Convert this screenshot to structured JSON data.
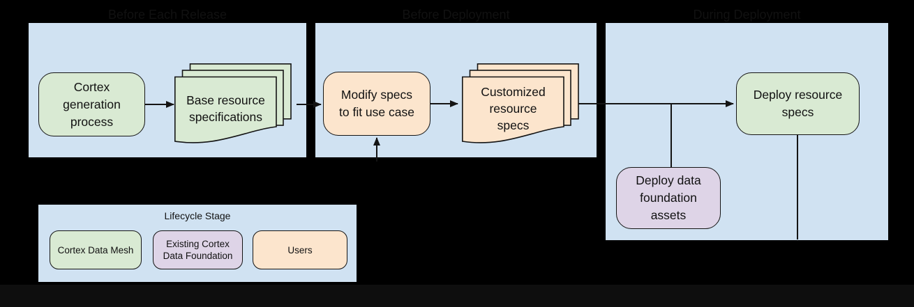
{
  "diagram": {
    "colors": {
      "canvas_bg": "#000000",
      "footer_bar": "#0e0e0e",
      "panel_bg": "#d0e2f2",
      "green": "#d9ead3",
      "peach": "#fce5cd",
      "purple": "#ded4e7",
      "stroke": "#141414",
      "text": "#111111"
    },
    "panels": {
      "before_each_release": {
        "title": "Before Each Release"
      },
      "before_deployment": {
        "title": "Before Deployment"
      },
      "during_deployment": {
        "title": "During Deployment"
      }
    },
    "nodes": {
      "cortex_generation": {
        "label": "Cortex\ngeneration\nprocess",
        "shape": "rounded-process",
        "category": "Cortex Data Mesh"
      },
      "base_resource_specs": {
        "label": "Base resource\nspecifications",
        "shape": "document-stack",
        "category": "Cortex Data Mesh"
      },
      "modify_specs": {
        "label": "Modify specs\nto fit use case",
        "shape": "rounded-process",
        "category": "Users"
      },
      "customized_specs": {
        "label": "Customized\nresource\nspecs",
        "shape": "document-stack",
        "category": "Users"
      },
      "deploy_resource_specs": {
        "label": "Deploy resource\nspecs",
        "shape": "rounded-process",
        "category": "Cortex Data Mesh"
      },
      "deploy_data_foundation": {
        "label": "Deploy data\nfoundation\nassets",
        "shape": "rounded-process",
        "category": "Existing Cortex Data Foundation"
      }
    },
    "edges": [
      {
        "from": "cortex_generation",
        "to": "base_resource_specs",
        "arrow": true
      },
      {
        "from": "base_resource_specs",
        "to": "modify_specs",
        "arrow": true
      },
      {
        "from": "offscreen_bottom",
        "to": "modify_specs",
        "arrow": true
      },
      {
        "from": "modify_specs",
        "to": "customized_specs",
        "arrow": true
      },
      {
        "from": "customized_specs",
        "to": "deploy_resource_specs",
        "arrow": true
      },
      {
        "from": "customized_specs",
        "to": "deploy_data_foundation",
        "arrow": false
      },
      {
        "from": "deploy_resource_specs",
        "to": "offscreen_bottom",
        "arrow": false
      }
    ],
    "legend": {
      "title": "Lifecycle Stage",
      "items": [
        {
          "label": "Cortex Data Mesh",
          "color": "#d9ead3"
        },
        {
          "label": "Existing Cortex\nData Foundation",
          "color": "#ded4e7"
        },
        {
          "label": "Users",
          "color": "#fce5cd"
        }
      ]
    }
  }
}
